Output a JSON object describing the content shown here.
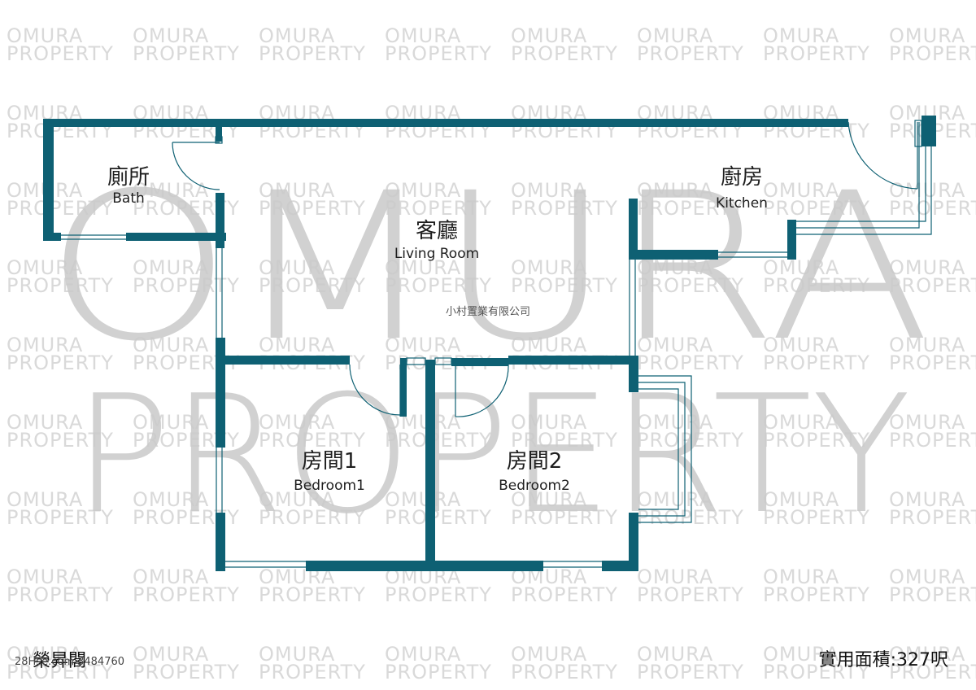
{
  "watermark": {
    "tile_line1": "OMURA",
    "tile_line2": "PROPERTY",
    "big_line1": "OMURA",
    "big_line2": "PROPERTY",
    "color": "#d9d9d9",
    "big_color": "#c9c9c9"
  },
  "agency_mark": "小村置業有限公司",
  "rooms": {
    "bath": {
      "zh": "廁所",
      "en": "Bath"
    },
    "living": {
      "zh": "客廳",
      "en": "Living Room"
    },
    "kitchen": {
      "zh": "廚房",
      "en": "Kitchen"
    },
    "bedroom1": {
      "zh": "房間1",
      "en": "Bedroom1"
    },
    "bedroom2": {
      "zh": "房間2",
      "en": "Bedroom2"
    }
  },
  "footer": {
    "estate_name": "榮昇閣",
    "listing_ref": "28Hse.com 3484760",
    "area_label": "實用面積:327呎"
  },
  "colors": {
    "wall": "#0e6073",
    "text": "#1e1e1e"
  }
}
